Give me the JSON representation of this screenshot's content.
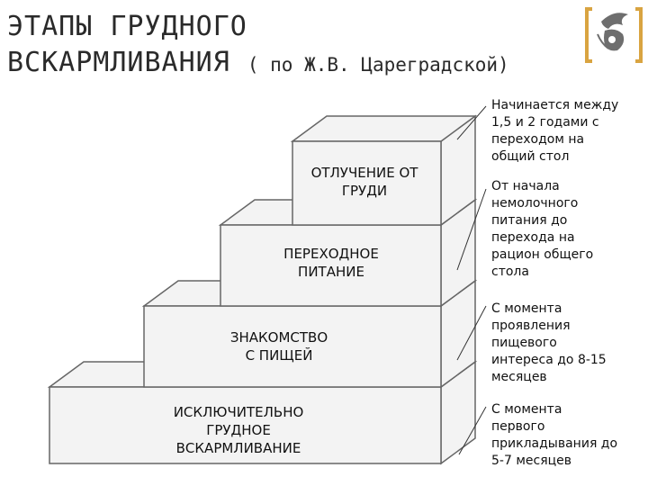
{
  "title": {
    "line1": "ЭТАПЫ ГРУДНОГО",
    "line2": "ВСКАРМЛИВАНИЯ",
    "subtitle": "( по Ж.В. Цареградской)"
  },
  "colors": {
    "logo_bracket": "#d9a441",
    "logo_bird": "#6e6e6e",
    "step_fill": "#f3f3f3",
    "step_stroke": "#666666"
  },
  "stages": [
    {
      "label": "ИСКЛЮЧИТЕЛЬНО\nГРУДНОЕ\nВСКАРМЛИВАНИЕ",
      "note": "С момента\nпервого\nприкладывания до\n5-7 месяцев"
    },
    {
      "label": "ЗНАКОМСТВО\nС ПИЩЕЙ",
      "note": "С момента\nпроявления\nпищевого\nинтереса до 8-15\nмесяцев"
    },
    {
      "label": "ПЕРЕХОДНОЕ\nПИТАНИЕ",
      "note": "От начала\nнемолочного\nпитания до\nперехода на\nрацион общего\nстола"
    },
    {
      "label": "ОТЛУЧЕНИЕ ОТ\nГРУДИ",
      "note": "Начинается между\n1,5 и 2 годами с\nпереходом на\nобщий стол"
    }
  ]
}
